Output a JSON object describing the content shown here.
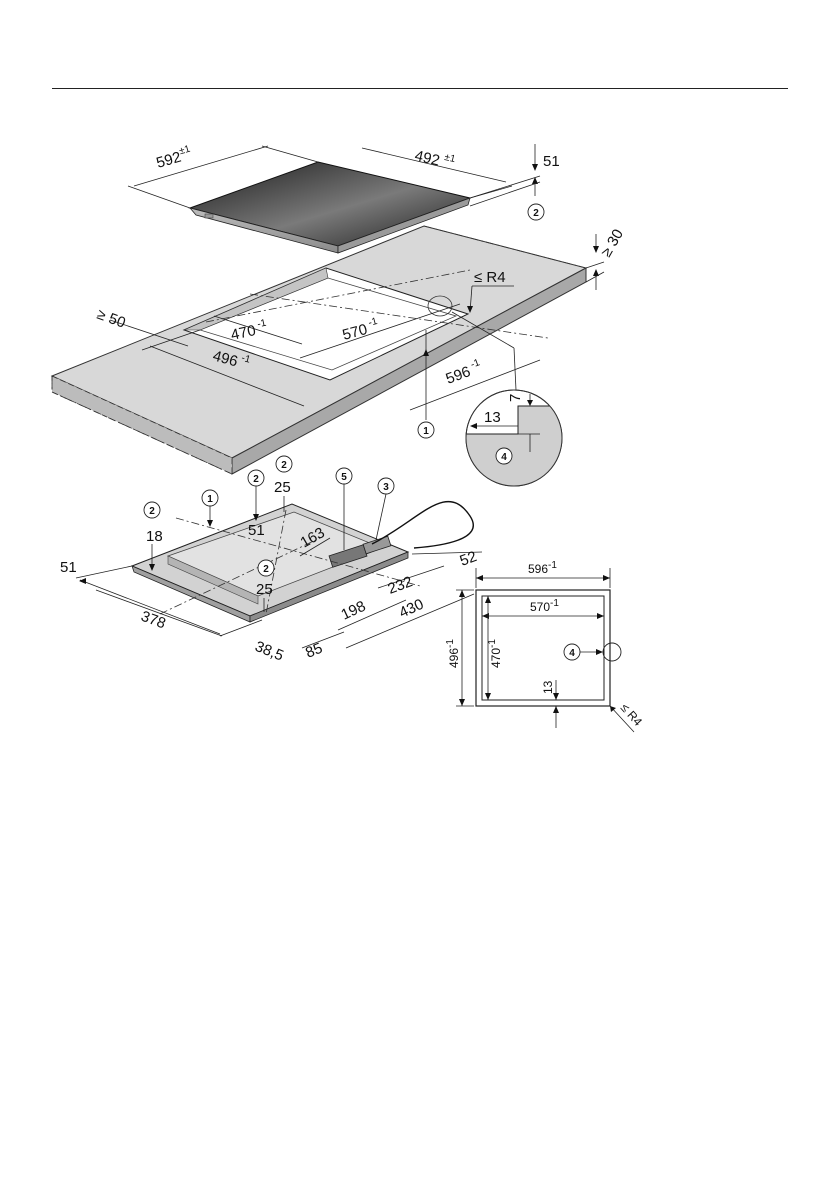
{
  "figure": {
    "hob": {
      "width": {
        "value": "592",
        "tol": "±1"
      },
      "depth": {
        "value": "492",
        "tol": "±1"
      },
      "height": "51",
      "callout": "2"
    },
    "worktop": {
      "min_thickness": "≥ 30",
      "corner_radius": "≤ R4",
      "min_front_distance": "≥ 50",
      "cutout_inner_width": {
        "value": "570",
        "tol": "-1"
      },
      "cutout_inner_depth": {
        "value": "470",
        "tol": "-1"
      },
      "cutout_outer_width": {
        "value": "596",
        "tol": "-1"
      },
      "cutout_outer_depth": {
        "value": "496",
        "tol": "-1"
      },
      "callout": "1"
    },
    "detail_circle": {
      "rebate_width": "13",
      "rebate_depth": "7",
      "callout": "4"
    },
    "underside": {
      "callouts": [
        "2",
        "2",
        "1",
        "5",
        "3",
        "2"
      ],
      "dims": {
        "d25_top": "25",
        "d51_inner": "51",
        "d18": "18",
        "d51_left": "51",
        "d163": "163",
        "d52": "52",
        "d232": "232",
        "d25_bottom": "25",
        "d378": "378",
        "d198": "198",
        "d430": "430",
        "d38_5": "38,5",
        "d85": "85"
      }
    },
    "plan_view": {
      "outer_width": {
        "value": "596",
        "tol": "-1"
      },
      "inner_width": {
        "value": "570",
        "tol": "-1"
      },
      "outer_depth": {
        "value": "496",
        "tol": "-1"
      },
      "inner_depth": {
        "value": "470",
        "tol": "-1"
      },
      "rebate": "13",
      "radius": "≤ R4",
      "callout": "4"
    }
  }
}
